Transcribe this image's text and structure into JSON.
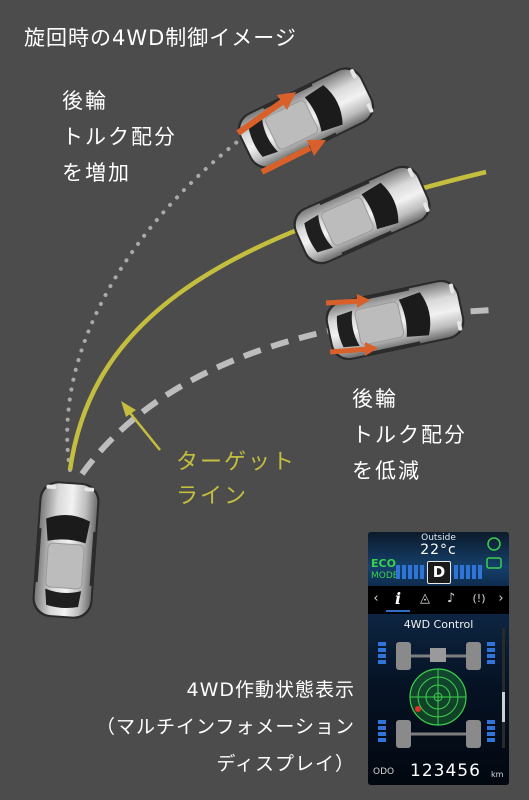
{
  "title": "旋回時の4WD制御イメージ",
  "rear_increase": [
    "後輪",
    "トルク配分",
    "を増加"
  ],
  "rear_decrease": [
    "後輪",
    "トルク配分",
    "を低減"
  ],
  "target_line": [
    "ターゲット",
    "ライン"
  ],
  "caption": [
    "4WD作動状態表示",
    "（マルチインフォメーション",
    "ディスプレイ）"
  ],
  "display": {
    "outside_label": "Outside",
    "temperature": "22°c",
    "eco_line1": "ECO",
    "eco_line2": "MODE",
    "gear": "D",
    "menu": [
      {
        "icon": "chevron-left-icon",
        "text": "‹"
      },
      {
        "icon": "info-icon",
        "text": "i"
      },
      {
        "icon": "navigation-icon",
        "text": "◬"
      },
      {
        "icon": "music-note-icon",
        "text": "♪"
      },
      {
        "icon": "warning-circle-icon",
        "text": "(!)"
      },
      {
        "icon": "chevron-right-icon",
        "text": "›"
      }
    ],
    "screen_title": "4WD Control",
    "odo_label": "ODO",
    "odo_value": "123456",
    "odo_unit": "km"
  },
  "colors": {
    "background": "#4d4c4c",
    "target_line": "#c4be3f",
    "arrow": "#d9602a",
    "eco": "#3ad14a",
    "path_dots": "#a9a9a9",
    "path_dashed": "#bdbdbd"
  }
}
